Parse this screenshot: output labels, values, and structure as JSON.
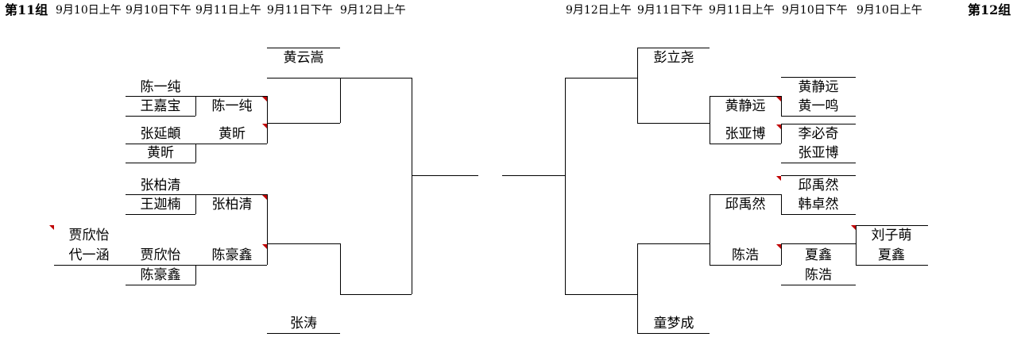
{
  "left_group": {
    "label": "第11组",
    "dates": [
      "9月10日上午",
      "9月10日下午",
      "9月11日上午",
      "9月11日下午",
      "9月12日上午"
    ],
    "round1": [
      {
        "a": "陈一纯",
        "b": "王嘉宝"
      },
      {
        "a": "张延頔",
        "b": "黄昕"
      },
      {
        "a": "张柏清",
        "b": "王迦楠"
      },
      {
        "a": "贾欣怡",
        "b": "陈豪鑫"
      }
    ],
    "prelim": {
      "a": "贾欣怡",
      "b": "代一涵"
    },
    "round2": [
      {
        "a": "陈一纯",
        "b": "黄昕"
      },
      {
        "a": "张柏清",
        "b": "陈豪鑫"
      }
    ],
    "round3": {
      "top": "黄云嵩",
      "bottom": "张涛"
    }
  },
  "right_group": {
    "label": "第12组",
    "dates": [
      "9月12日上午",
      "9月11日下午",
      "9月11日上午",
      "9月10日下午",
      "9月10日上午"
    ],
    "round1": [
      {
        "a": "黄静远",
        "b": "黄一鸣"
      },
      {
        "a": "李必奇",
        "b": "张亚博"
      },
      {
        "a": "邱禹然",
        "b": "韩卓然"
      },
      {
        "a": "夏鑫",
        "b": "陈浩"
      }
    ],
    "prelim": {
      "a": "刘子萌",
      "b": "夏鑫"
    },
    "round2": [
      {
        "a": "黄静远",
        "b": "张亚博"
      },
      {
        "a": "邱禹然",
        "b": "陈浩"
      }
    ],
    "round3": {
      "top": "彭立尧",
      "bottom": "童梦成"
    }
  }
}
